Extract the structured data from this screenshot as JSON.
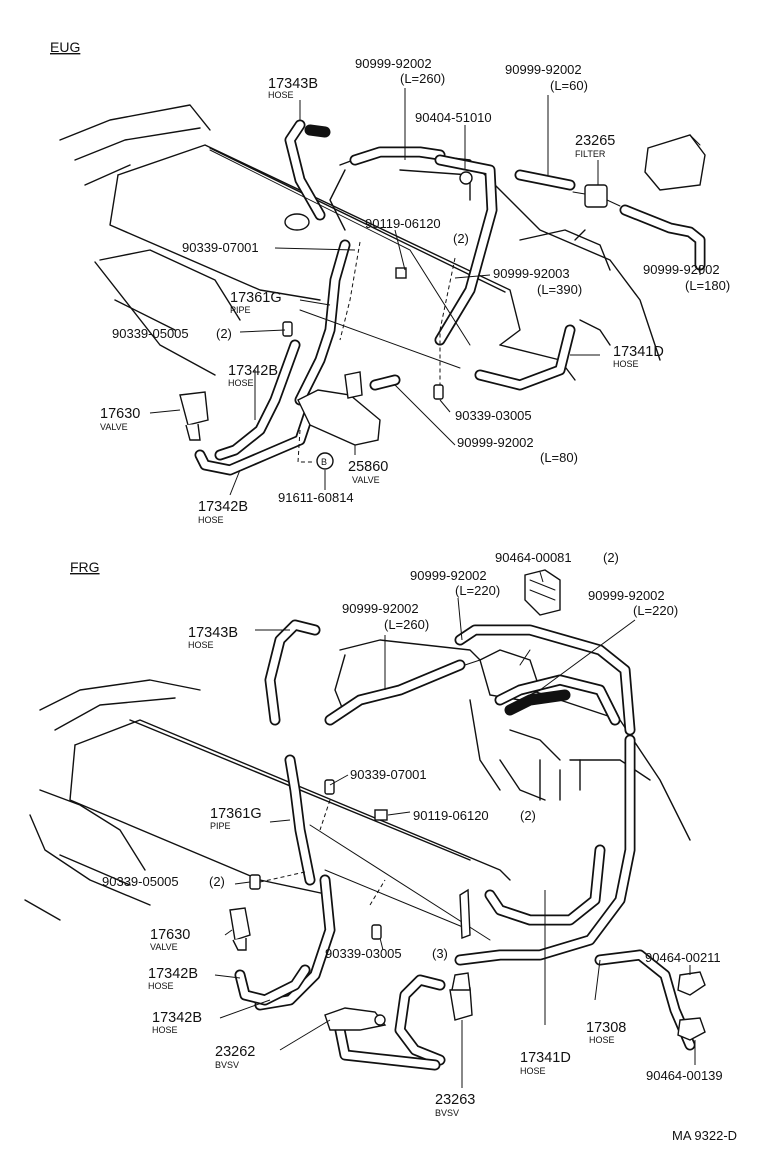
{
  "sections": {
    "eug": "EUG",
    "frg": "FRG"
  },
  "drawing_code": "MA 9322-D",
  "eug_labels": {
    "p17343b": "17343B",
    "p17343b_sub": "HOSE",
    "p90999_260": "90999-92002",
    "p90999_260_l": "(L=260)",
    "p90999_60": "90999-92002",
    "p90999_60_l": "(L=60)",
    "p90404": "90404-51010",
    "p23265": "23265",
    "p23265_sub": "FILTER",
    "p90119": "90119-06120",
    "p90119_q": "(2)",
    "p90339_07001": "90339-07001",
    "p90999_390": "90999-92003",
    "p90999_390_l": "(L=390)",
    "p90999_180": "90999-92002",
    "p90999_180_l": "(L=180)",
    "p17361g": "17361G",
    "p17361g_sub": "PIPE",
    "p90339_05005": "90339-05005",
    "p90339_05005_q": "(2)",
    "p17341d": "17341D",
    "p17341d_sub": "HOSE",
    "p17342b_a": "17342B",
    "p17342b_a_sub": "HOSE",
    "p17630": "17630",
    "p17630_sub": "VALVE",
    "p90339_03005": "90339-03005",
    "p90999_80": "90999-92002",
    "p90999_80_l": "(L=80)",
    "p25860": "25860",
    "p25860_sub": "VALVE",
    "b_marker": "B",
    "p17342b_b": "17342B",
    "p17342b_b_sub": "HOSE",
    "p91611": "91611-60814"
  },
  "frg_labels": {
    "p90464_81": "90464-00081",
    "p90464_81_q": "(2)",
    "p90999_220a": "90999-92002",
    "p90999_220a_l": "(L=220)",
    "p90999_220b": "90999-92002",
    "p90999_220b_l": "(L=220)",
    "p90999_260": "90999-92002",
    "p90999_260_l": "(L=260)",
    "p17343b": "17343B",
    "p17343b_sub": "HOSE",
    "p90339_07001": "90339-07001",
    "p17361g": "17361G",
    "p17361g_sub": "PIPE",
    "p90119": "90119-06120",
    "p90119_q": "(2)",
    "p90339_05005": "90339-05005",
    "p90339_05005_q": "(2)",
    "p17630": "17630",
    "p17630_sub": "VALVE",
    "p90339_03005": "90339-03005",
    "p90339_03005_q": "(3)",
    "p90464_211": "90464-00211",
    "p17342b_a": "17342B",
    "p17342b_a_sub": "HOSE",
    "p17342b_b": "17342B",
    "p17342b_b_sub": "HOSE",
    "p17308": "17308",
    "p17308_sub": "HOSE",
    "p23262": "23262",
    "p23262_sub": "BVSV",
    "p17341d": "17341D",
    "p17341d_sub": "HOSE",
    "p90464_139": "90464-00139",
    "p23263": "23263",
    "p23263_sub": "BVSV"
  }
}
